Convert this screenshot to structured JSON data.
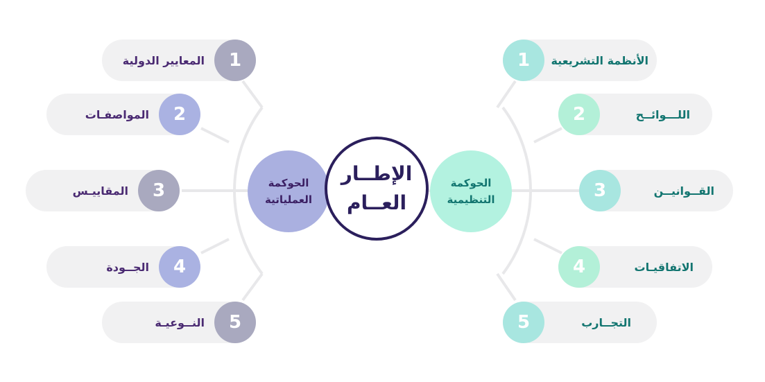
{
  "center": {
    "line1": "الإطــار",
    "line2": "العــام"
  },
  "left_hub": {
    "line1": "الحوكمة",
    "line2": "العملياتية",
    "color": "#aab0e0",
    "text_color": "#3b1f63"
  },
  "right_hub": {
    "line1": "الحوكمة",
    "line2": "التنظيمية",
    "color": "#b3f2e0",
    "text_color": "#127570"
  },
  "left_items": [
    {
      "num": "1",
      "label": "المعايير الدولية",
      "color": "#a9a9bf"
    },
    {
      "num": "2",
      "label": "المواصفـات",
      "color": "#aab2e2"
    },
    {
      "num": "3",
      "label": "المقاييـس",
      "color": "#a9a9bf"
    },
    {
      "num": "4",
      "label": "الجــودة",
      "color": "#aab2e2"
    },
    {
      "num": "5",
      "label": "النــوعيـة",
      "color": "#a9a9bf"
    }
  ],
  "right_items": [
    {
      "num": "1",
      "label": "الأنظمة التشريعية",
      "color": "#a8e6e0"
    },
    {
      "num": "2",
      "label": "اللـــوائــح",
      "color": "#b3f0d8"
    },
    {
      "num": "3",
      "label": "القــوانيــن",
      "color": "#a8e6e0"
    },
    {
      "num": "4",
      "label": "الاتفاقيـات",
      "color": "#b3f0d8"
    },
    {
      "num": "5",
      "label": "التجــارب",
      "color": "#a8e6e0"
    }
  ]
}
